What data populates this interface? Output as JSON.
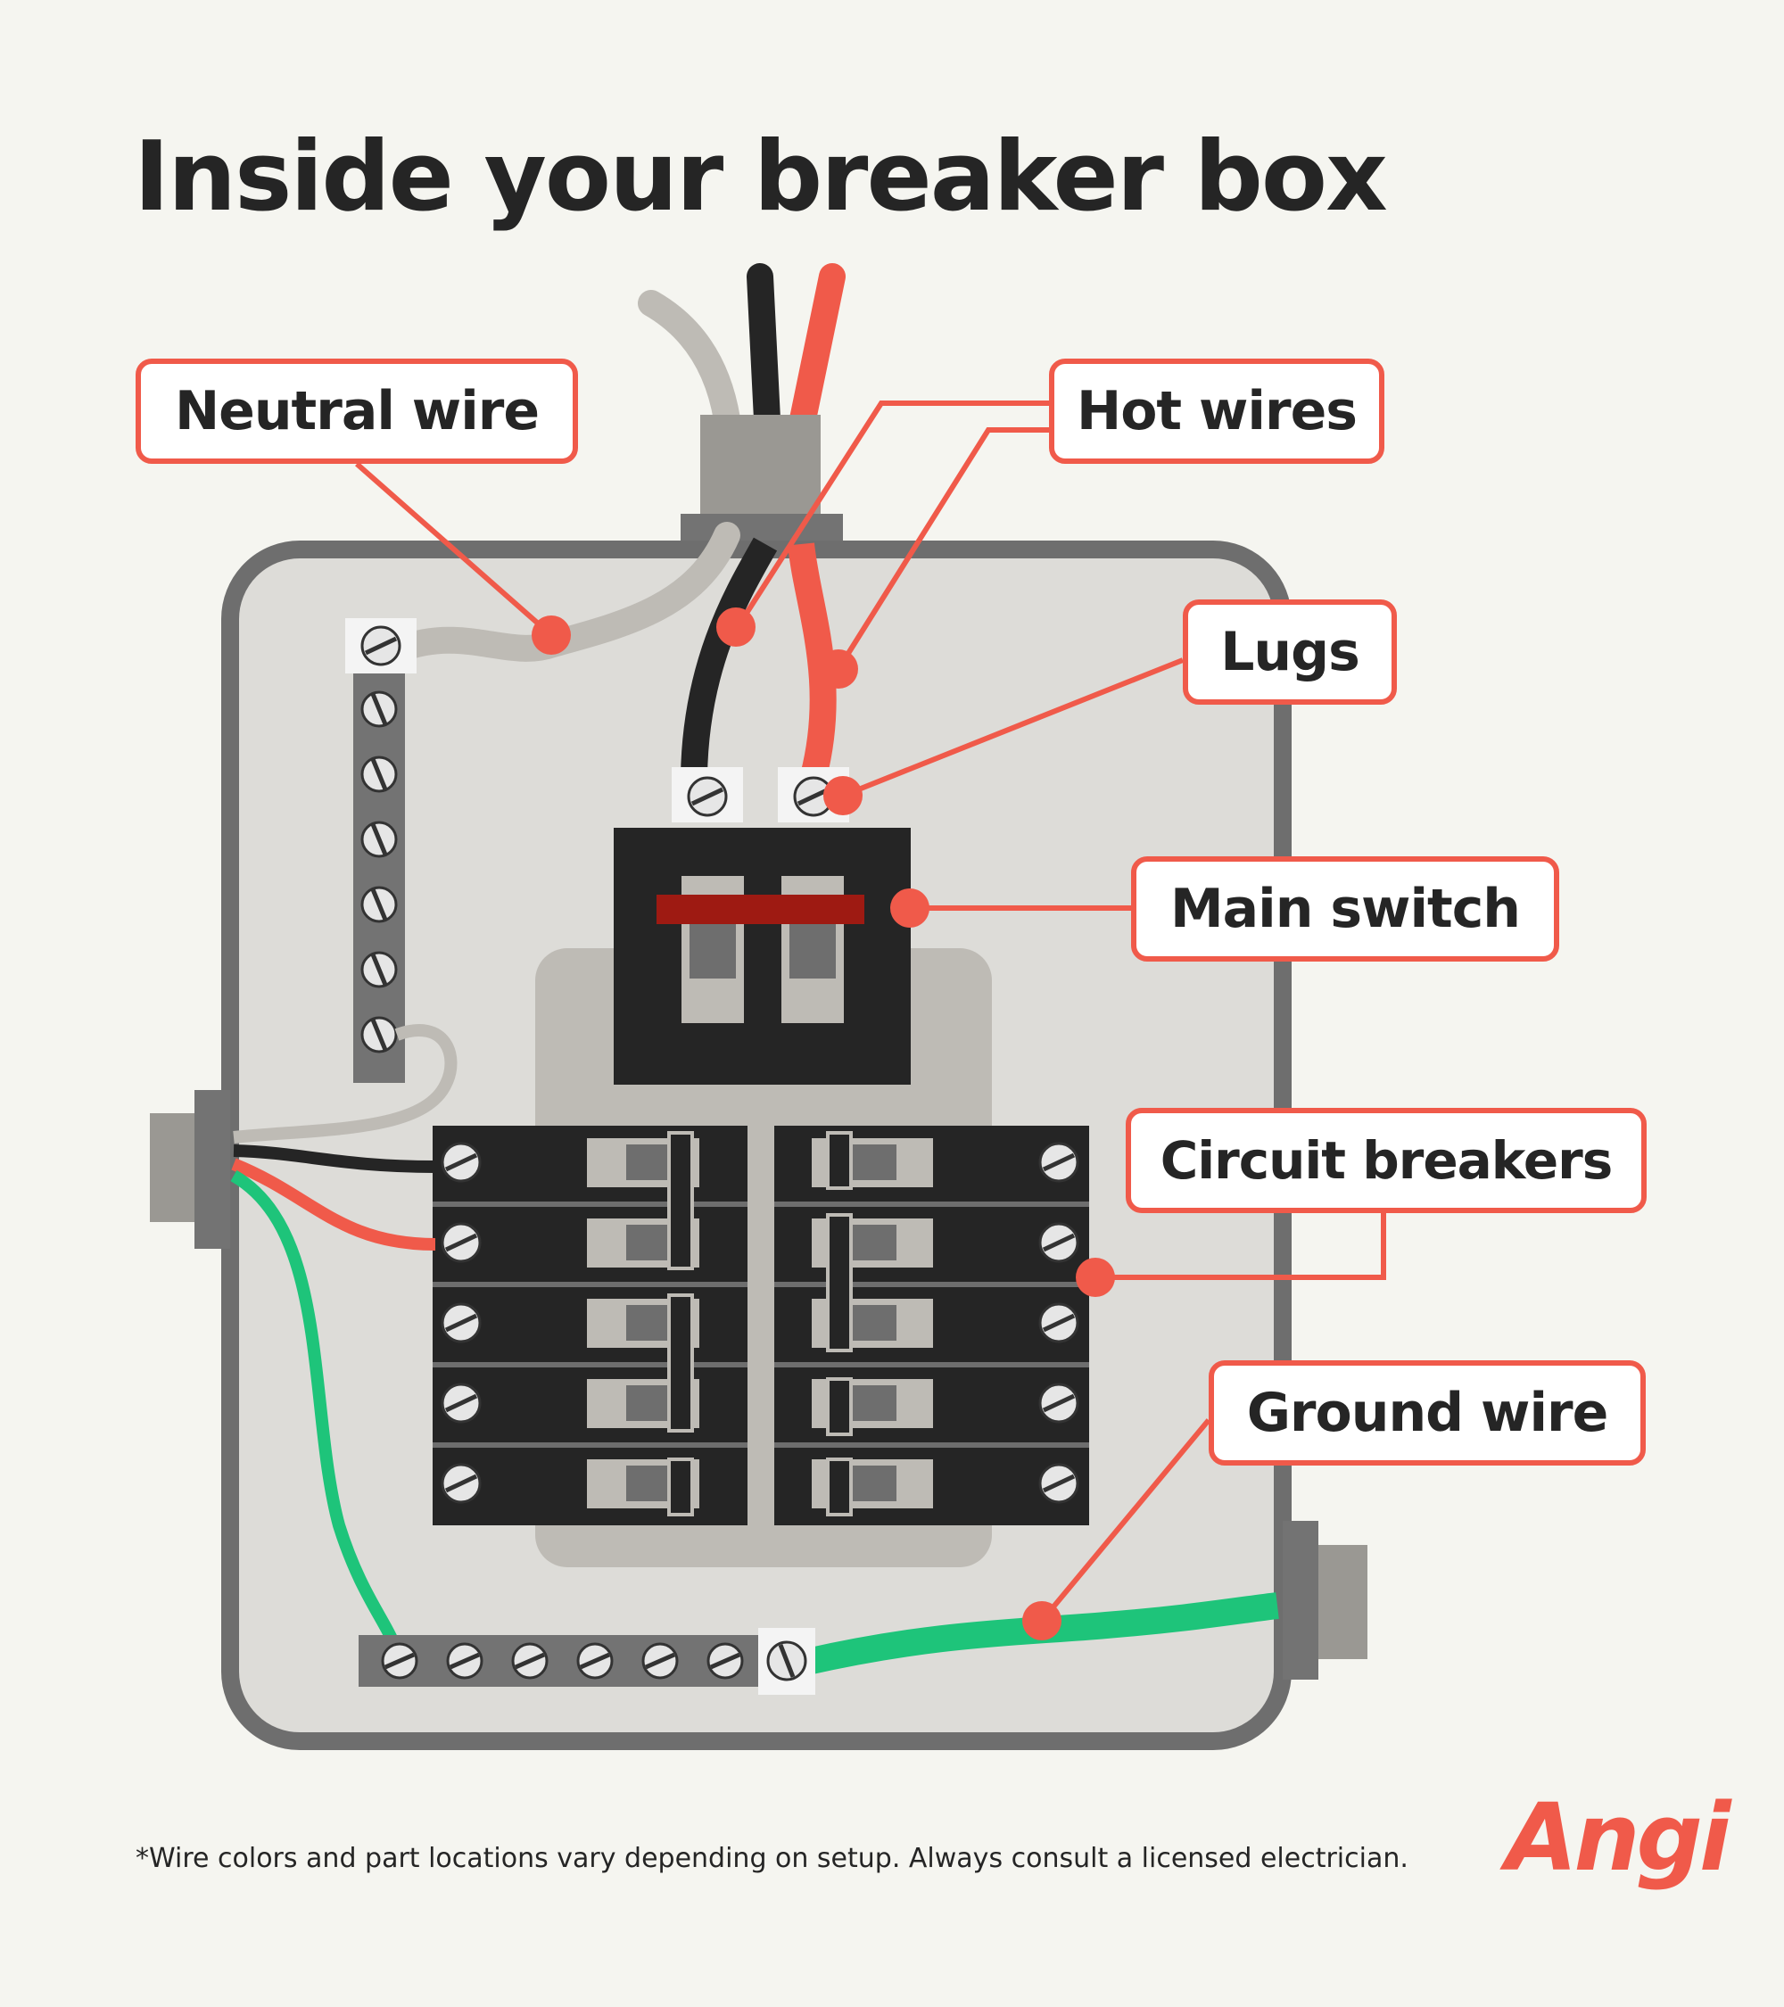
{
  "title": "Inside your breaker box",
  "callouts": {
    "neutral": "Neutral wire",
    "hot": "Hot wires",
    "lugs": "Lugs",
    "main_switch": "Main switch",
    "breakers": "Circuit breakers",
    "ground": "Ground wire"
  },
  "footnote": "*Wire colors and part locations vary depending on setup. Always consult a licensed electrician.",
  "logo": "Angi",
  "colors": {
    "accent": "#f05a4a",
    "neutral_wire": "#bebbb5",
    "hot_wire_black": "#252525",
    "hot_wire_red": "#f05a4a",
    "ground_wire": "#1ec47a",
    "main_switch_bar": "#9e1a12"
  }
}
